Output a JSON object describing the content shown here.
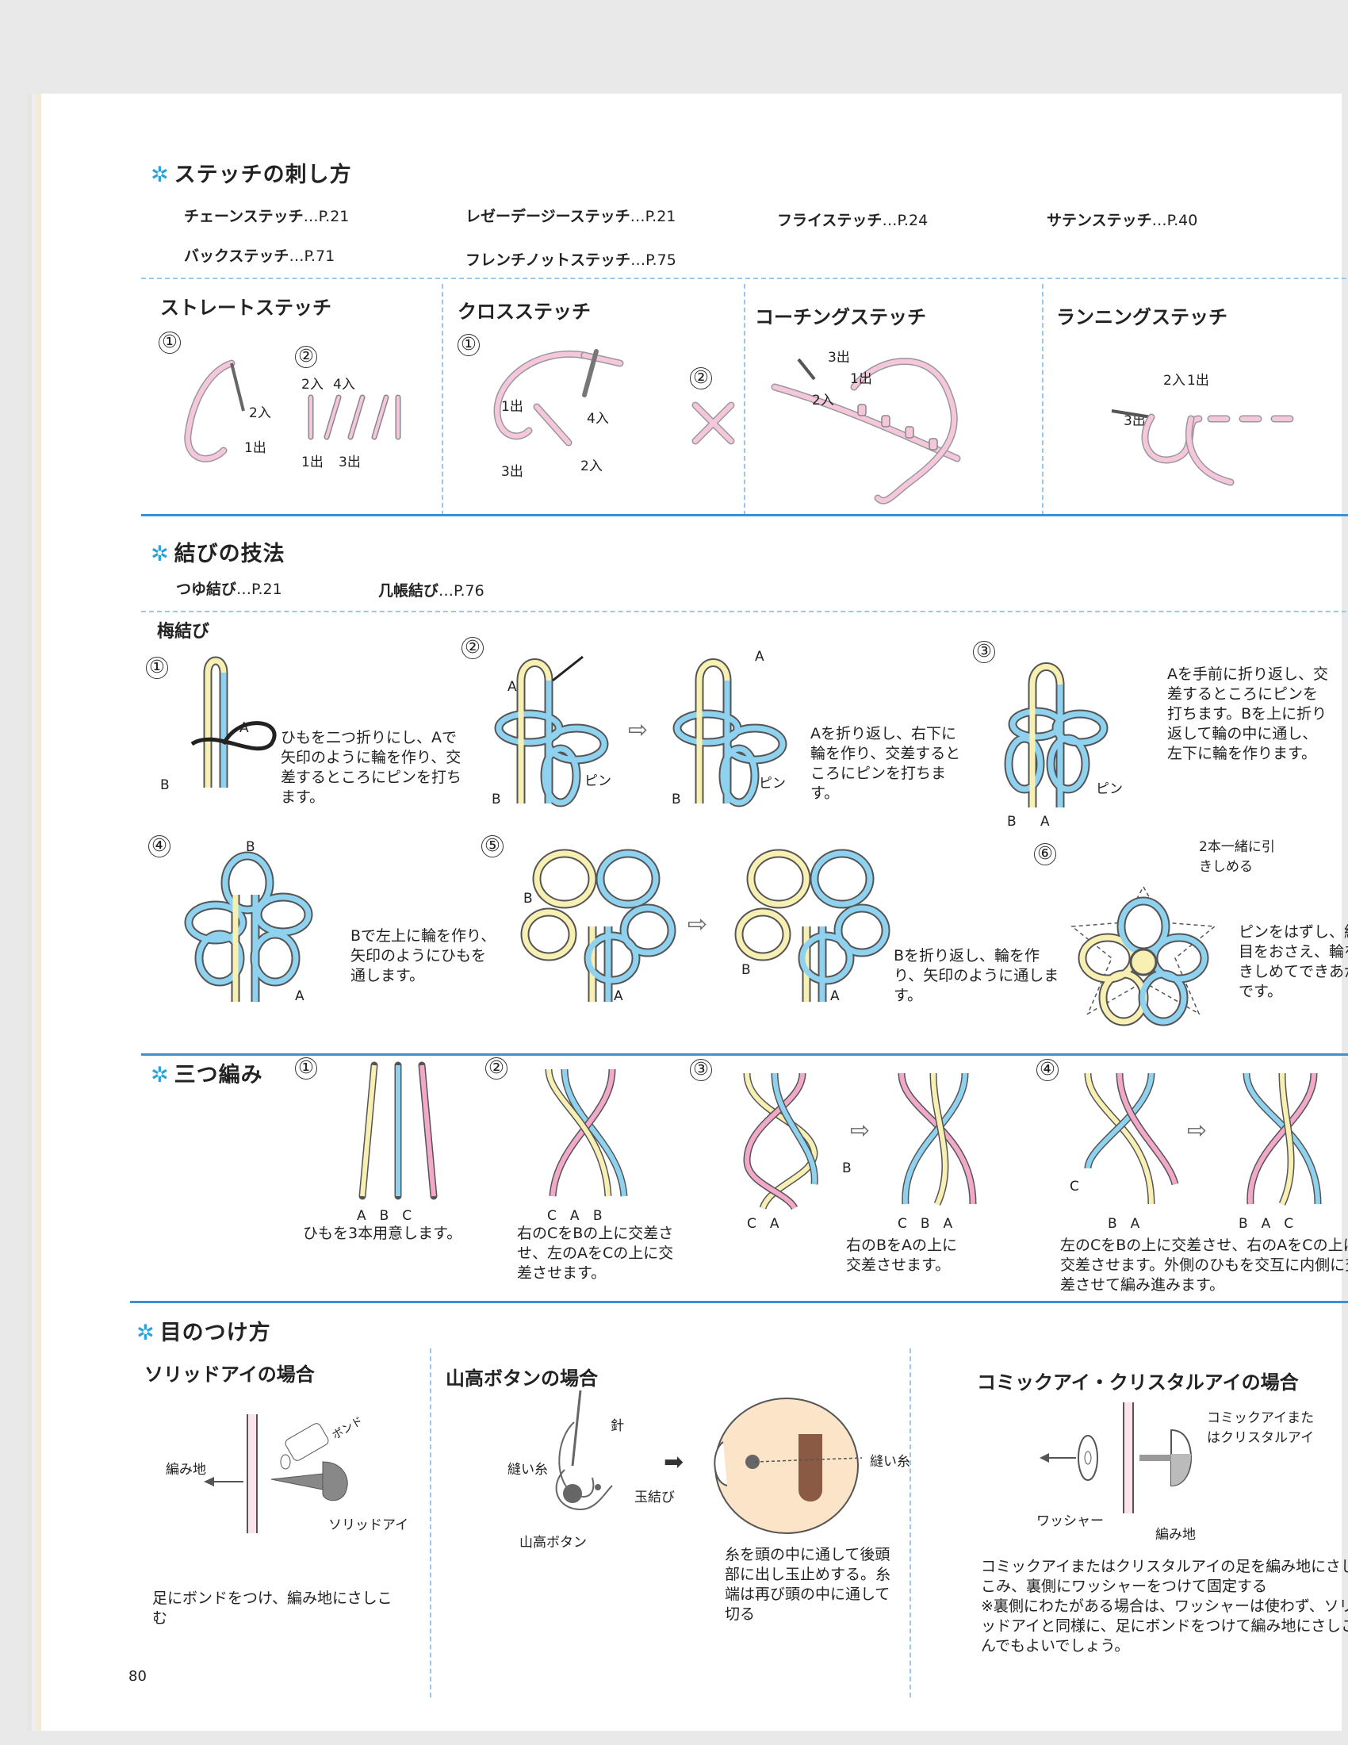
{
  "stitch_section": {
    "title": "ステッチの刺し方",
    "refs": [
      {
        "name": "チェーンステッチ",
        "page": "…P.21"
      },
      {
        "name": "レゼーデージーステッチ",
        "page": "…P.21"
      },
      {
        "name": "フライステッチ",
        "page": "…P.24"
      },
      {
        "name": "サテンステッチ",
        "page": "…P.40"
      },
      {
        "name": "バックステッチ",
        "page": "…P.71"
      },
      {
        "name": "フレンチノットステッチ",
        "page": "…P.75"
      }
    ],
    "panels": [
      {
        "title": "ストレートステッチ",
        "labels": [
          "①",
          "②",
          "2入",
          "1出",
          "2入",
          "4入",
          "1出",
          "3出"
        ]
      },
      {
        "title": "クロスステッチ",
        "labels": [
          "①",
          "②",
          "1出",
          "4入",
          "3出",
          "2入"
        ]
      },
      {
        "title": "コーチングステッチ",
        "labels": [
          "3出",
          "1出",
          "2入"
        ]
      },
      {
        "title": "ランニングステッチ",
        "labels": [
          "2入",
          "1出",
          "3出"
        ]
      }
    ]
  },
  "knot_section": {
    "title": "結びの技法",
    "refs": [
      {
        "name": "つゆ結び",
        "page": "…P.21"
      },
      {
        "name": "几帳結び",
        "page": "…P.76"
      }
    ],
    "subtitle": "梅結び",
    "steps": [
      {
        "num": "①",
        "text": "ひもを二つ折りにし、Aで矢印のように輪を作り、交差するところにピンを打ちます。"
      },
      {
        "num": "②",
        "text": "Aを折り返し、右下に輪を作り、交差するところにピンを打ちます。"
      },
      {
        "num": "③",
        "text": "Aを手前に折り返し、交差するところにピンを打ちます。Bを上に折り返して輪の中に通し、左下に輪を作ります。"
      },
      {
        "num": "④",
        "text": "Bで左上に輪を作り、矢印のようにひもを通します。"
      },
      {
        "num": "⑤",
        "text": "Bを折り返し、輪を作り、矢印のように通します。"
      },
      {
        "num": "⑥",
        "text": "ピンをはずし、結び目をおさえ、輪を引きしめてできあがりです。",
        "note": "2本一緒に引きしめる"
      }
    ],
    "pin": "ピン",
    "a": "A",
    "b": "B"
  },
  "braid_section": {
    "title": "三つ編み",
    "steps": [
      {
        "num": "①",
        "letters": "A　B　C",
        "text": "ひもを3本用意します。"
      },
      {
        "num": "②",
        "letters": "C　A B",
        "text": "右のCをBの上に交差させ、左のAをCの上に交差させます。"
      },
      {
        "num": "③",
        "letters1": "C　A",
        "letters2": "C　B　A",
        "b": "B",
        "text": "右のBをAの上に交差させます。"
      },
      {
        "num": "④",
        "letters1": "B　A",
        "letters2": "B　A　C",
        "c": "C",
        "text": "左のCをBの上に交差させ、右のAをCの上に交差させます。外側のひもを交互に内側に交差させて編み進みます。"
      }
    ]
  },
  "eye_section": {
    "title": "目のつけ方",
    "solid": {
      "title": "ソリッドアイの場合",
      "fabric": "編み地",
      "eye": "ソリッドアイ",
      "bond": "ボンド",
      "text": "足にボンドをつけ、編み地にさしこむ"
    },
    "button": {
      "title": "山高ボタンの場合",
      "needle": "針",
      "thread": "縫い糸",
      "knot": "玉結び",
      "button": "山高ボタン",
      "thread2": "縫い糸",
      "text": "糸を頭の中に通して後頭部に出し玉止めする。糸端は再び頭の中に通して切る"
    },
    "comic": {
      "title": "コミックアイ・クリスタルアイの場合",
      "eye": "コミックアイまたはクリスタルアイ",
      "washer": "ワッシャー",
      "fabric": "編み地",
      "text": "コミックアイまたはクリスタルアイの足を編み地にさしこみ、裏側にワッシャーをつけて固定する",
      "note": "※裏側にわたがある場合は、ワッシャーは使わず、ソリッドアイと同様に、足にボンドをつけて編み地にさしこんでもよいでしょう。"
    }
  },
  "page_number": "80",
  "colors": {
    "accent": "#2aa1dd",
    "yellow": "#f8efb2",
    "blue": "#8fd2ef",
    "pink": "#f2a8c8"
  }
}
